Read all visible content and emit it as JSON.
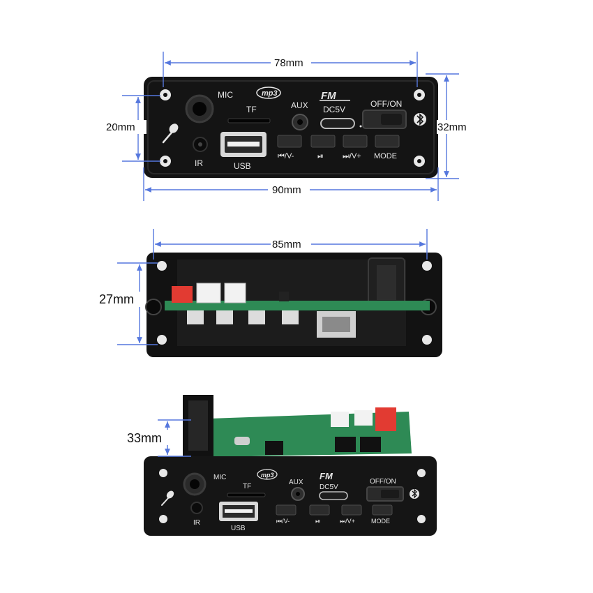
{
  "dimensions": {
    "front_width_inner": "78mm",
    "front_height_inner": "20mm",
    "front_height_outer": "32mm",
    "front_width_outer": "90mm",
    "back_width": "85mm",
    "back_height": "27mm",
    "depth": "33mm"
  },
  "panel_labels": {
    "mic": "MIC",
    "tf": "TF",
    "aux": "AUX",
    "dc5v": "DC5V",
    "off_on": "OFF/ON",
    "ir": "IR",
    "usb": "USB",
    "prev_vol_down": "⏮/V-",
    "play_pause": "⏯",
    "next_vol_up": "⏭/V+",
    "mode": "MODE",
    "mp3_logo": "mp3",
    "fm_logo": "FM"
  },
  "icons": [
    "microphone-icon",
    "bluetooth-icon",
    "headphone-jack-icon"
  ],
  "colors": {
    "panel": "#141414",
    "dimension_line": "#5577dd",
    "pcb_green": "#2e8a55",
    "connector_red": "#e23b32"
  }
}
